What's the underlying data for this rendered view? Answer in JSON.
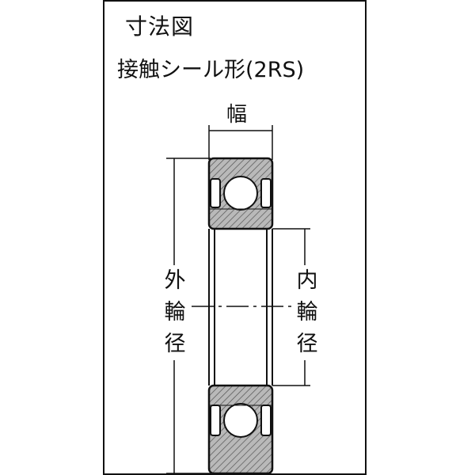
{
  "title": "寸法図",
  "subtitle": "接触シール形(2RS)",
  "labels": {
    "width": "幅",
    "outer_diameter": [
      "外",
      "輪",
      "径"
    ],
    "inner_diameter": [
      "内",
      "輪",
      "径"
    ]
  },
  "colors": {
    "line": "#111111",
    "hatch_fill": "#b5b5b5",
    "background": "#ffffff"
  }
}
